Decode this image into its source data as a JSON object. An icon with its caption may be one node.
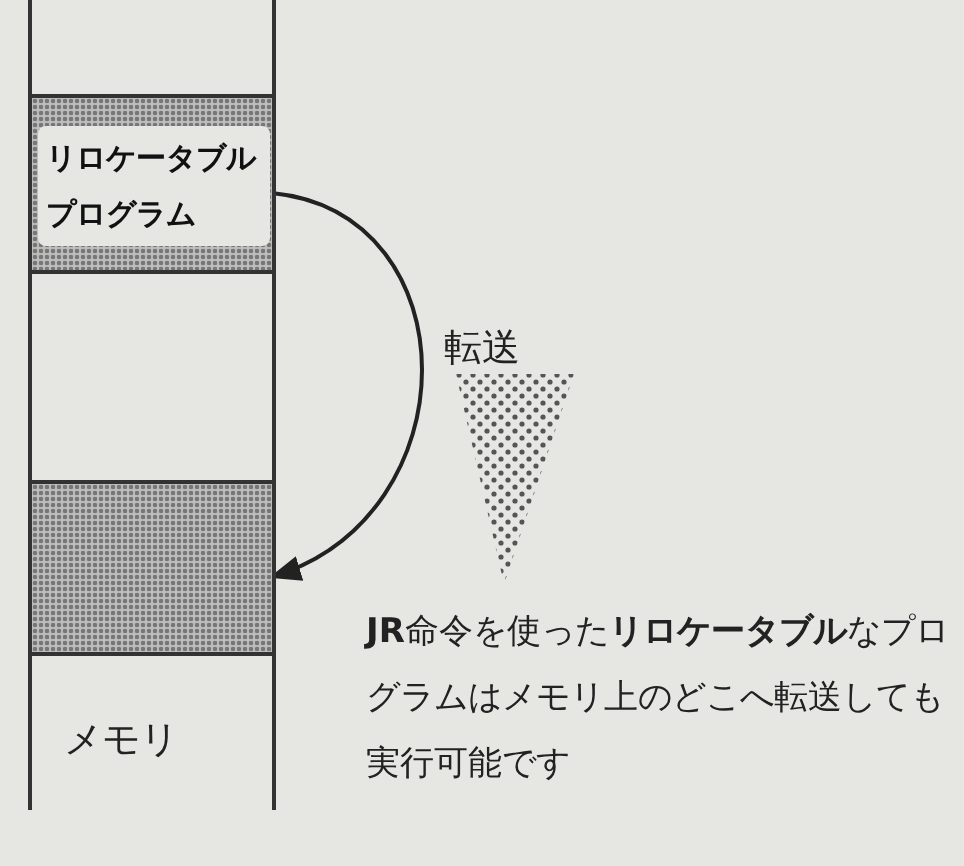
{
  "diagram": {
    "nodes": [
      {
        "text": [
          "メモリ"
        ]
      },
      {
        "text": [
          "リロケータブルプログラム"
        ],
        "in": 0
      },
      {
        "text": [],
        "shape": "box",
        "in": 0
      }
    ],
    "edges": [
      {
        "from": 1,
        "to": 2,
        "arrow": "to"
      }
    ],
    "labels": [
      "転送",
      "**JR**命令を使った**リロケータブル**なプログラムはメモリ上のどこへ転送しても実行可能です"
    ]
  }
}
